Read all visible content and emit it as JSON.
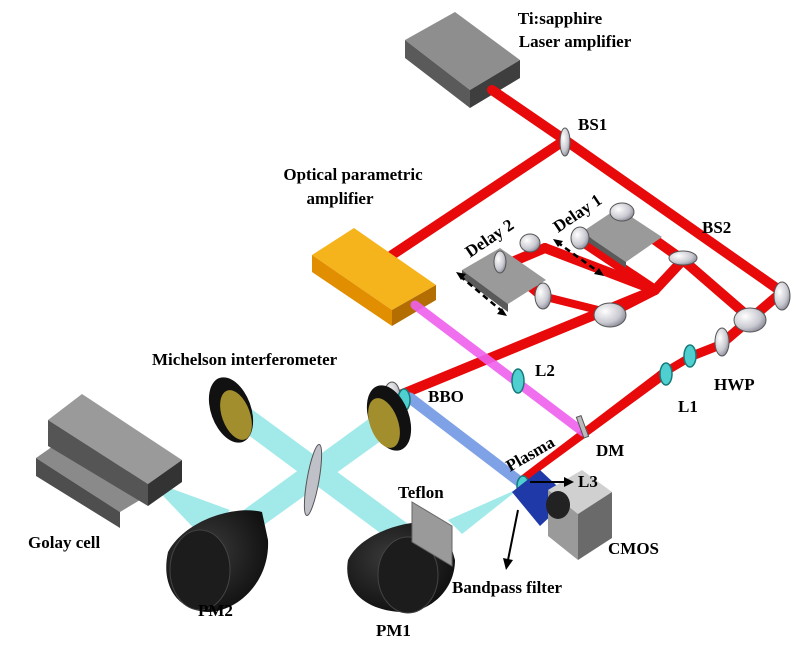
{
  "diagram": {
    "labels": {
      "laser_line1": "Ti:sapphire",
      "laser_line2": "Laser amplifier",
      "bs1": "BS1",
      "bs2": "BS2",
      "opa_line1": "Optical parametric",
      "opa_line2": "amplifier",
      "delay1": "Delay 1",
      "delay2": "Delay 2",
      "michelson": "Michelson interferometer",
      "bbo": "BBO",
      "l2": "L2",
      "l1": "L1",
      "hwp": "HWP",
      "dm": "DM",
      "plasma": "Plasma",
      "l3": "L3",
      "teflon": "Teflon",
      "cmos": "CMOS",
      "golay": "Golay cell",
      "pm2": "PM2",
      "pm1": "PM1",
      "bandpass": "Bandpass filter"
    },
    "colors": {
      "beam_red": "#e8090a",
      "beam_red_dark": "#b50000",
      "beam_magenta": "#ee60ee",
      "beam_blue": "#7fa2e6",
      "thz_cyan": "#66dddd",
      "opa_orange": "#f3a30f",
      "laser_box": "#6d6d6d",
      "detector_blue": "#1f3aa8"
    }
  }
}
